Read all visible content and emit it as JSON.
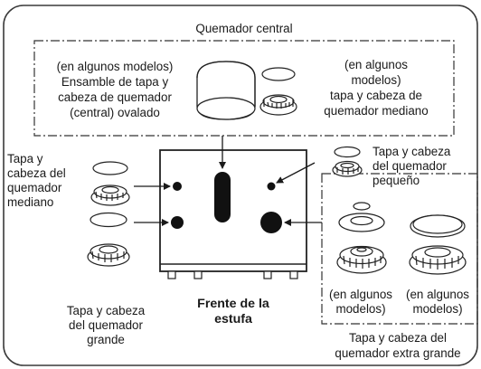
{
  "labels": {
    "central_heading": "Quemador central",
    "oval_note": "(en algunos modelos)",
    "oval_1": "Ensamble de tapa y",
    "oval_2": "cabeza de quemador",
    "oval_3": "(central) ovalado",
    "medium_top_1": "(en algunos",
    "medium_top_2": "modelos)",
    "medium_top_3": "tapa y cabeza de",
    "medium_top_4": "quemador mediano",
    "left_medium_1": "Tapa y",
    "left_medium_2": "cabeza del",
    "left_medium_3": "quemador",
    "left_medium_4": "mediano",
    "small_1": "Tapa y cabeza",
    "small_2": "del quemador",
    "small_3": "pequeño",
    "large_1": "Tapa y cabeza",
    "large_2": "del quemador",
    "large_3": "grande",
    "front_1": "Frente de la",
    "front_2": "estufa",
    "xl_opt_a_1": "(en algunos",
    "xl_opt_a_2": "modelos)",
    "xl_opt_b_1": "(en algunos",
    "xl_opt_b_2": "modelos)",
    "xl_1": "Tapa y cabeza del",
    "xl_2": "quemador extra grande"
  }
}
